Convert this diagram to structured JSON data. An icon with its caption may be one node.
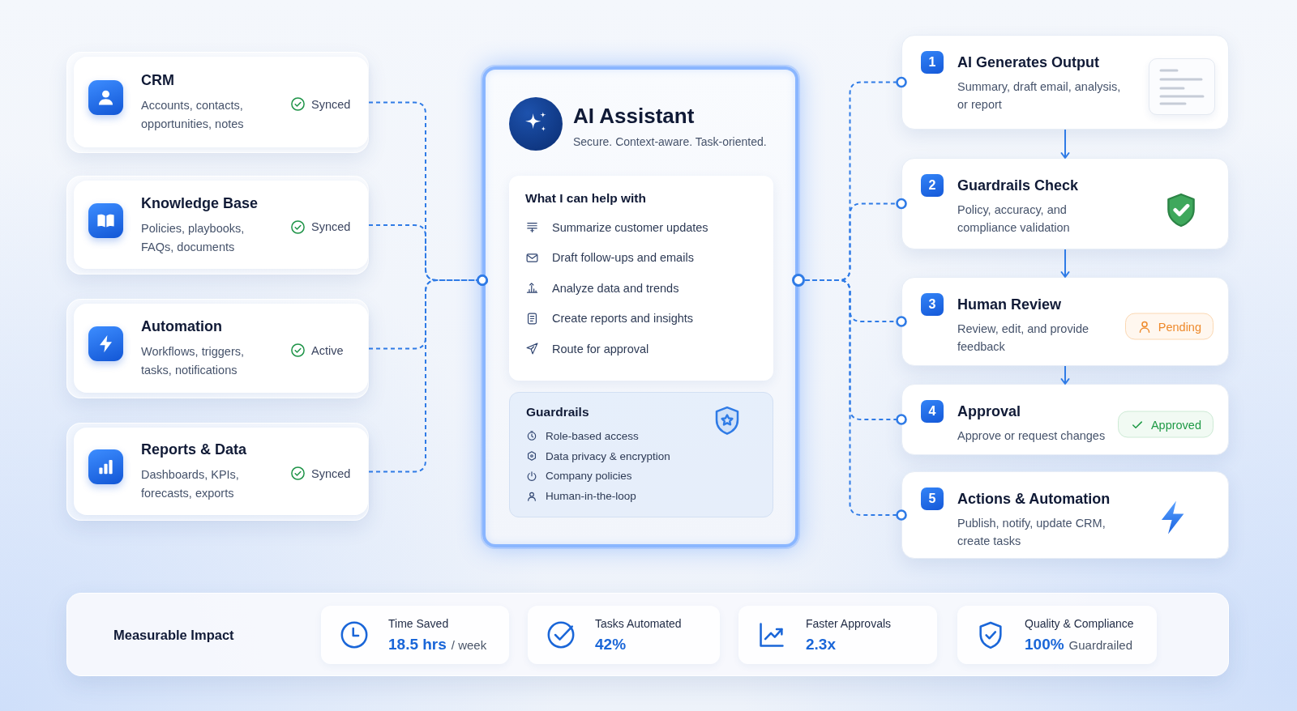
{
  "diagram": {
    "nodes": [
      {
        "text": [
          "CRM",
          "Accounts, contacts, opportunities, notes",
          "Synced"
        ]
      },
      {
        "text": [
          "Knowledge Base",
          "Policies, playbooks, FAQs, documents",
          "Synced"
        ]
      },
      {
        "text": [
          "Automation",
          "Workflows, triggers, tasks, notifications",
          "Active"
        ]
      },
      {
        "text": [
          "Reports & Data",
          "Dashboards, KPIs, forecasts, exports",
          "Synced"
        ]
      },
      {
        "text": [
          "AI Assistant",
          "Secure. Context-aware. Task-oriented."
        ]
      },
      {
        "text": [
          "What I can help with",
          "Summarize customer updates",
          "Draft follow-ups and emails",
          "Analyze data and trends",
          "Create reports and insights",
          "Route for approval"
        ],
        "in": 4
      },
      {
        "text": [
          "Guardrails",
          "Role-based access",
          "Data privacy & encryption",
          "Company policies",
          "Human-in-the-loop"
        ],
        "in": 4
      },
      {
        "text": [
          "1",
          "AI Generates Output",
          "Summary, draft email, analysis, or report"
        ]
      },
      {
        "text": [
          "2",
          "Guardrails Check",
          "Policy, accuracy, and compliance validation"
        ]
      },
      {
        "text": [
          "3",
          "Human Review",
          "Review, edit, and provide feedback",
          "Pending"
        ]
      },
      {
        "text": [
          "4",
          "Approval",
          "Approve or request changes",
          "Approved"
        ]
      },
      {
        "text": [
          "5",
          "Actions & Automation",
          "Publish, notify, update CRM, create tasks"
        ]
      },
      {
        "text": [
          "Measurable Impact"
        ]
      },
      {
        "text": [
          "Time Saved",
          "18.5 hrs",
          "/ week"
        ],
        "in": 12
      },
      {
        "text": [
          "Tasks Automated",
          "42%"
        ],
        "in": 12
      },
      {
        "text": [
          "Faster Approvals",
          "2.3x"
        ],
        "in": 12
      },
      {
        "text": [
          "Quality & Compliance",
          "100%",
          "Guardrailed"
        ],
        "in": 12
      }
    ],
    "edges": [
      {
        "from": 0,
        "to": 4,
        "arrow": "other",
        "style": "dashed"
      },
      {
        "from": 1,
        "to": 4,
        "arrow": "other",
        "style": "dashed"
      },
      {
        "from": 2,
        "to": 4,
        "arrow": "other",
        "style": "dashed"
      },
      {
        "from": 3,
        "to": 4,
        "arrow": "other",
        "style": "dashed"
      },
      {
        "from": 4,
        "to": 7,
        "arrow": "other",
        "style": "dashed"
      },
      {
        "from": 4,
        "to": 8,
        "arrow": "other",
        "style": "dashed"
      },
      {
        "from": 4,
        "to": 9,
        "arrow": "other",
        "style": "dashed"
      },
      {
        "from": 4,
        "to": 10,
        "arrow": "other",
        "style": "dashed"
      },
      {
        "from": 4,
        "to": 11,
        "arrow": "other",
        "style": "dashed"
      },
      {
        "from": 7,
        "to": 8,
        "arrow": "to"
      },
      {
        "from": 8,
        "to": 9,
        "arrow": "to"
      },
      {
        "from": 9,
        "to": 10,
        "arrow": "to"
      }
    ]
  }
}
